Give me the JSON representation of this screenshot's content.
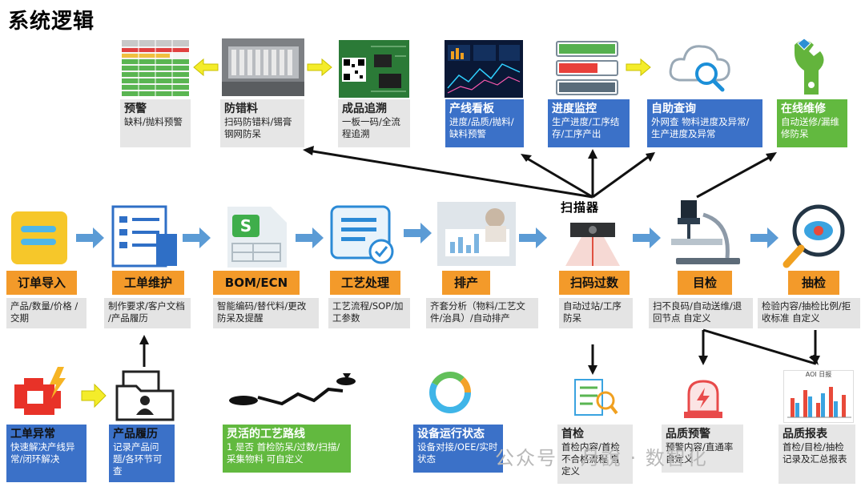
{
  "title": "系统逻辑",
  "top_row": [
    {
      "head": "预警",
      "text": "缺料/抛料预警"
    },
    {
      "head": "防错料",
      "text": "扫码防错料/锡膏钢网防呆"
    },
    {
      "head": "成品追溯",
      "text": "一板一码/全流程追溯"
    },
    {
      "head": "产线看板",
      "text": "进度/品质/抛料/缺料预警"
    },
    {
      "head": "进度监控",
      "text": "生产进度/工序结存/工序产出"
    },
    {
      "head": "自助查询",
      "text": "外网查 物料进度及异常/生产进度及异常"
    },
    {
      "head": "在线维修",
      "text": "自动送修/漏维修防呆"
    }
  ],
  "middle_row": [
    {
      "tag": "订单导入",
      "desc": "产品/数量/价格 /交期"
    },
    {
      "tag": "工单维护",
      "desc": "制作要求/客户文档 /产品履历"
    },
    {
      "tag": "BOM/ECN",
      "desc": "智能编码/替代料/更改防呆及提醒"
    },
    {
      "tag": "工艺处理",
      "desc": "工艺流程/SOP/加工参数"
    },
    {
      "tag": "排产",
      "desc": "齐套分析（物料/工艺文件/治具）/自动排产"
    },
    {
      "tag": "扫码过数",
      "desc": "自动过站/工序防呆"
    },
    {
      "tag": "目检",
      "desc": "扫不良码/自动送维/退回节点 自定义"
    },
    {
      "tag": "抽检",
      "desc": "检验内容/抽检比例/拒收标准 自定义"
    }
  ],
  "scanner_label": "扫描器",
  "bottom_row": [
    {
      "head": "工单异常",
      "text": "快速解决产线异常/闭环解决"
    },
    {
      "head": "产品履历",
      "text": "记录产品问题/各环节可查"
    },
    {
      "head": "灵活的工艺路线",
      "text": "1 是否 首检防呆/过数/扫描/采集物料 可自定义"
    },
    {
      "head": "设备运行状态",
      "text": "设备对接/OEE/实时状态"
    },
    {
      "head": "首检",
      "text": "首检内容/首检不合格流程 自定义"
    },
    {
      "head": "品质预警",
      "text": "预警内容/直通率 自定义"
    },
    {
      "head": "品质报表",
      "text": "首检/目检/抽检记录及汇总报表"
    }
  ],
  "chart_mini_title": "AOI 日报",
  "watermark": "公众号 · 月說 · 数智化",
  "colors": {
    "orange": "#f39a2a",
    "blue": "#3b71c8",
    "green": "#62b93f",
    "gray": "#e6e6e6",
    "arrow": "#5b9bd5",
    "yellow_arrow": "#f4ec2a"
  }
}
